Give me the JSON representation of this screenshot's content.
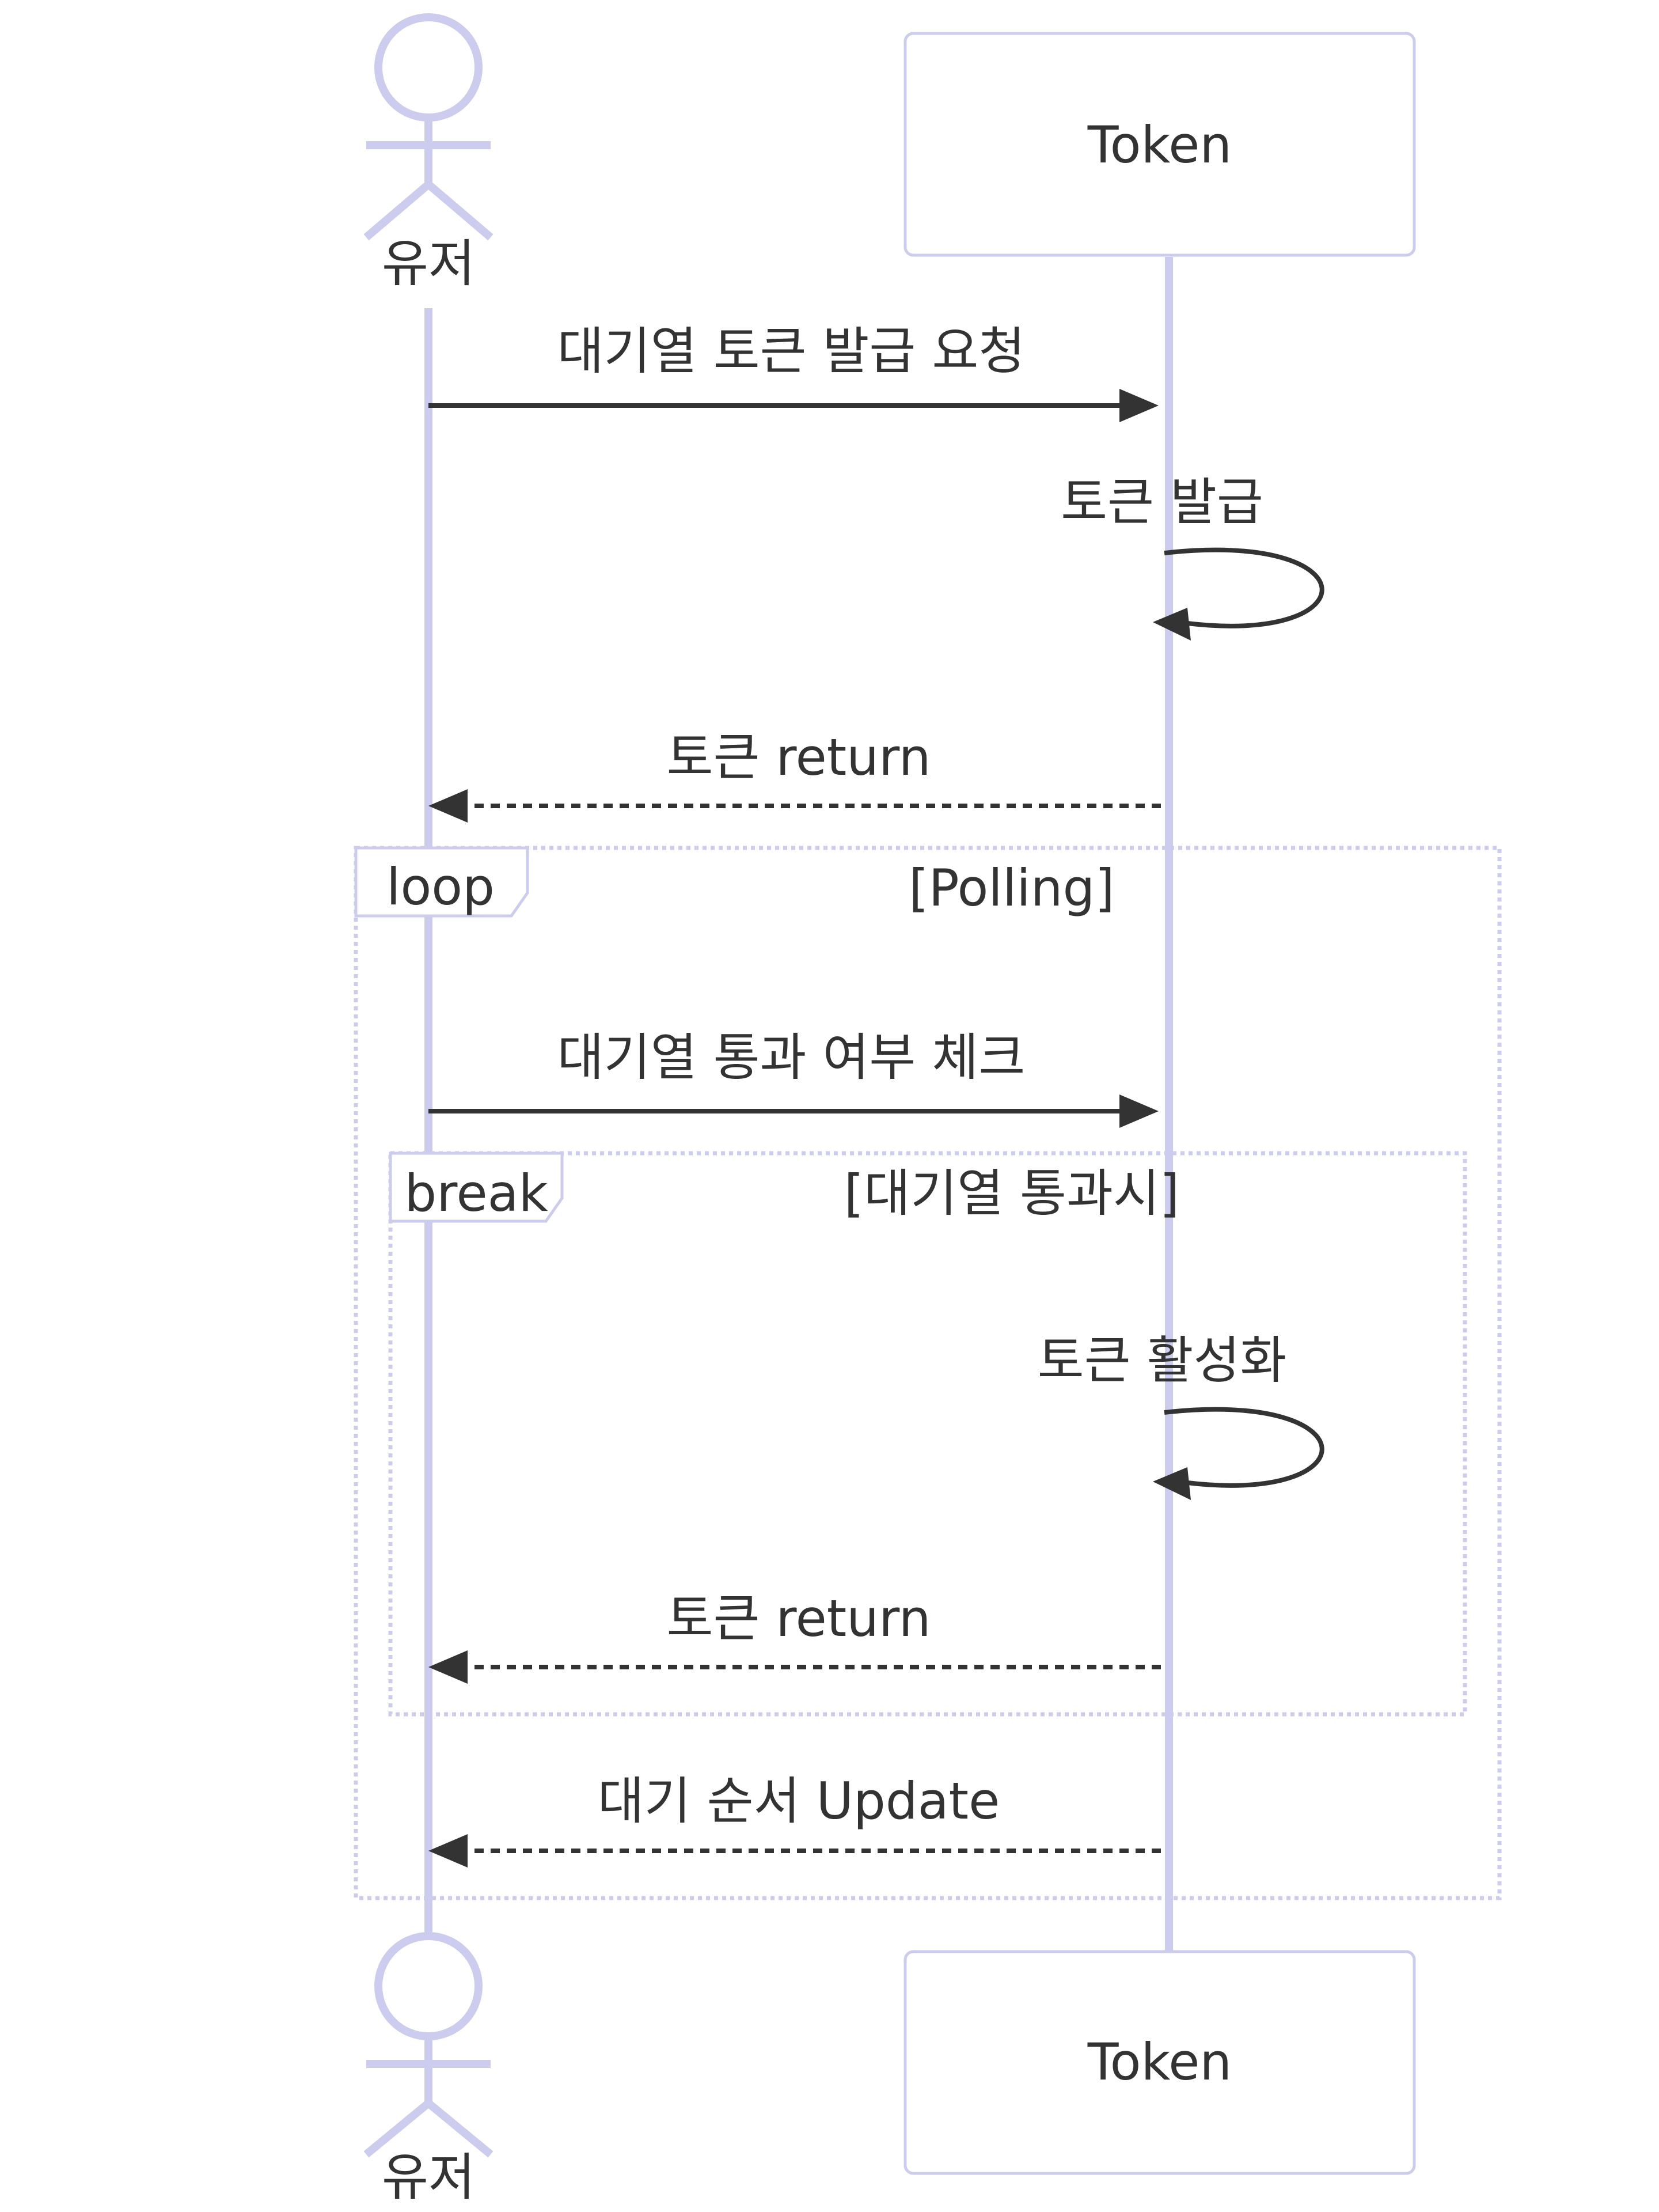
{
  "participants": {
    "user": {
      "label": "유저"
    },
    "token": {
      "label": "Token"
    }
  },
  "messages": [
    {
      "label": "대기열 토큰 발급 요청"
    },
    {
      "label": "토큰 발급"
    },
    {
      "label": "토큰 return"
    },
    {
      "label": "대기열 통과 여부 체크"
    },
    {
      "label": "토큰 활성화"
    },
    {
      "label": "토큰 return"
    },
    {
      "label": "대기 순서 Update"
    }
  ],
  "fragments": {
    "loop": {
      "keyword": "loop",
      "condition": "[Polling]"
    },
    "break": {
      "keyword": "break",
      "condition": "[대기열 통과시]"
    }
  },
  "colors": {
    "actor_stroke": "#ccccee",
    "lifeline": "#ccccee",
    "participant_box_stroke": "#ccccee",
    "message_line": "#333333",
    "text": "#333333",
    "fragment_border": "#ccccee",
    "background": "#ffffff"
  }
}
